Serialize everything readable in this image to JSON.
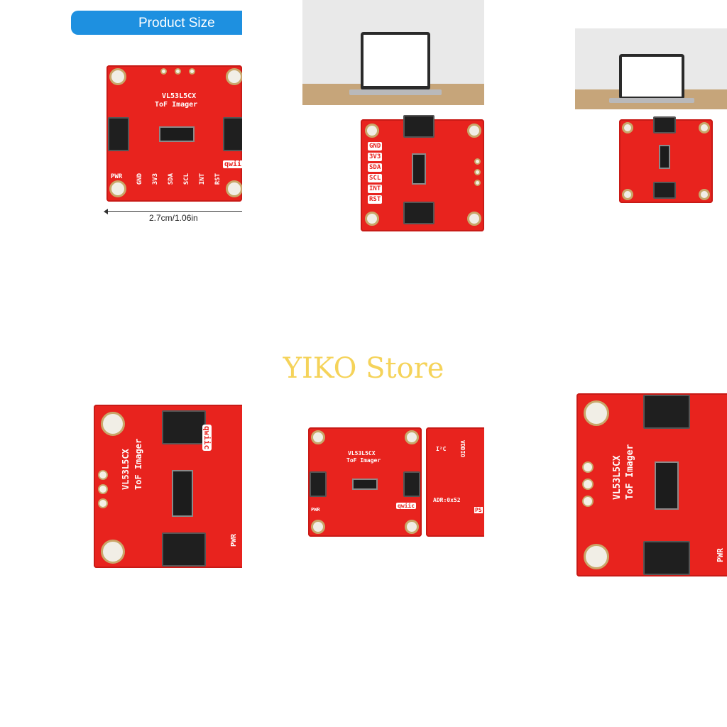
{
  "product_size": {
    "header": "Product Size",
    "dimension": "2.7cm/1.06in"
  },
  "store_name": "YIKO Store",
  "board": {
    "title_line1": "VL53L5CX",
    "title_line2": "ToF Imager",
    "pin_labels": [
      "GND",
      "3V3",
      "SDA",
      "SCL",
      "INT",
      "RST"
    ],
    "pwr": "PWR",
    "qwiic": "qwiic",
    "back_address": "ADR:0x52",
    "back_i2c": "I²C",
    "back_vddio": "VDDIO",
    "back_ps": "PS"
  },
  "colors": {
    "banner": "#1e90e0",
    "pcb": "#e8231e",
    "store_text": "#f5d35a"
  }
}
